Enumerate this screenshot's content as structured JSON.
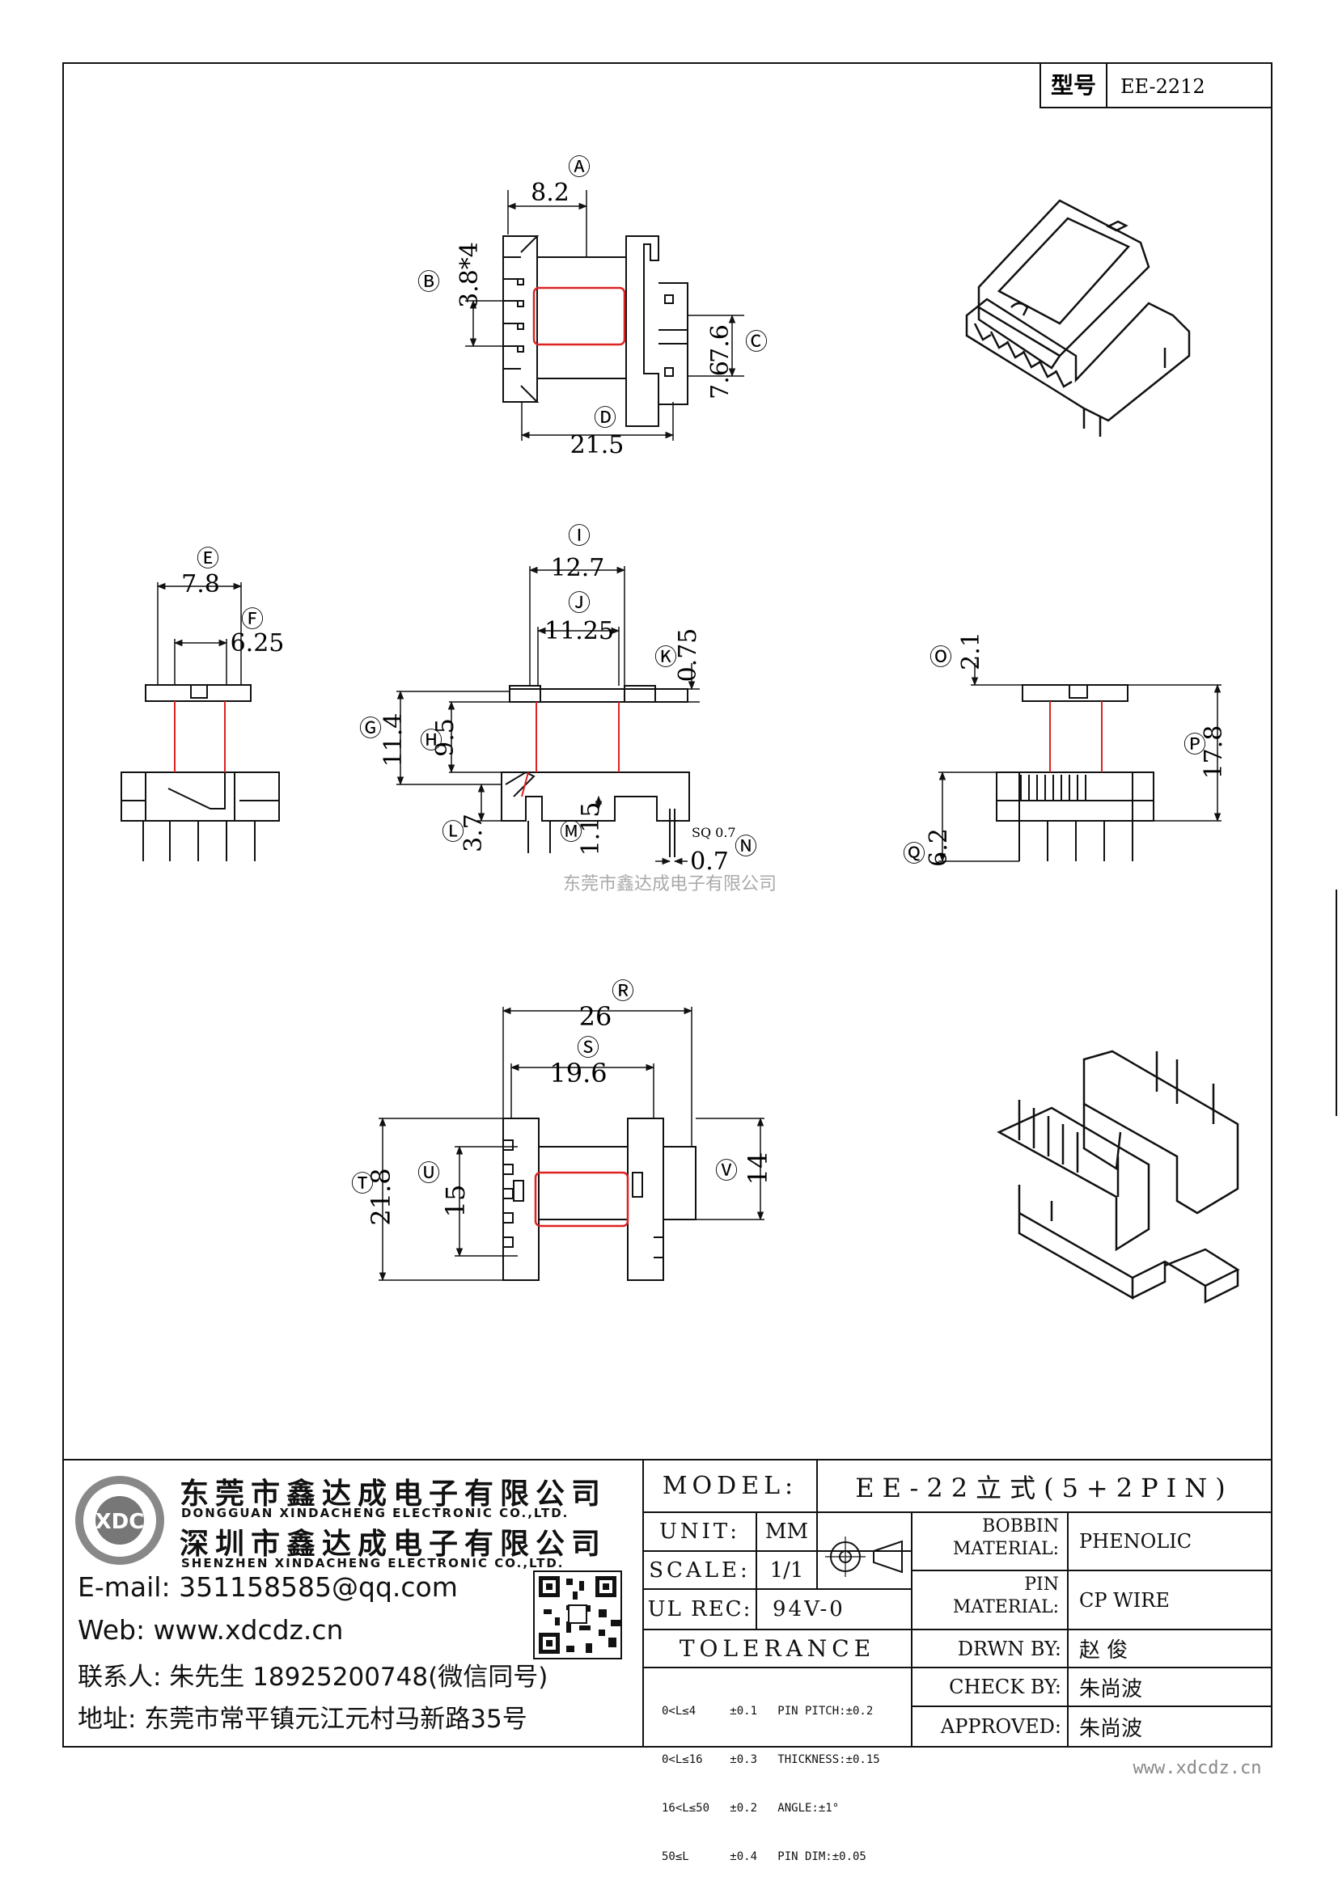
{
  "header": {
    "model_label": "型号",
    "model_value": "EE-2212"
  },
  "dimensions": {
    "A": {
      "label": "Ⓐ",
      "value": "8.2"
    },
    "B": {
      "label": "Ⓑ",
      "value": "3.8*4"
    },
    "C": {
      "label": "Ⓒ",
      "value": "7.6"
    },
    "D": {
      "label": "Ⓓ",
      "value": "21.5"
    },
    "E": {
      "label": "Ⓔ",
      "value": "7.8"
    },
    "F": {
      "label": "Ⓕ",
      "value": "6.25"
    },
    "G": {
      "label": "Ⓖ",
      "value": "11.4"
    },
    "H": {
      "label": "Ⓗ",
      "value": "9.5"
    },
    "I": {
      "label": "Ⓘ",
      "value": "12.7"
    },
    "J": {
      "label": "Ⓙ",
      "value": "11.25"
    },
    "K": {
      "label": "Ⓚ",
      "value": "0.75"
    },
    "L": {
      "label": "Ⓛ",
      "value": "3.7"
    },
    "M": {
      "label": "Ⓜ",
      "value": "1.15"
    },
    "N": {
      "label": "Ⓝ",
      "value": "0.7"
    },
    "N_note": "SQ 0.7",
    "O": {
      "label": "Ⓞ",
      "value": "2.1"
    },
    "P": {
      "label": "Ⓟ",
      "value": "17.8"
    },
    "Q": {
      "label": "Ⓠ",
      "value": "6.2"
    },
    "R": {
      "label": "Ⓡ",
      "value": "26"
    },
    "S": {
      "label": "Ⓢ",
      "value": "19.6"
    },
    "T": {
      "label": "Ⓣ",
      "value": "21.8"
    },
    "U": {
      "label": "Ⓤ",
      "value": "15"
    },
    "V": {
      "label": "Ⓥ",
      "value": "14"
    }
  },
  "watermark": "东莞市鑫达成电子有限公司",
  "company": {
    "name_dg": "东莞市鑫达成电子有限公司",
    "name_dg_en": "DONGGUAN XINDACHENG ELECTRONIC CO.,LTD.",
    "name_sz": "深圳市鑫达成电子有限公司",
    "name_sz_en": "SHENZHEN XINDACHENG ELECTRONIC CO.,LTD.",
    "email": "E-mail:  351158585@qq.com",
    "web": "Web:  www.xdcdz.cn",
    "contact": "联系人:  朱先生 18925200748(微信同号)",
    "address": "地址:  东莞市常平镇元江元村马新路35号",
    "logo_text": "XDC"
  },
  "title_block": {
    "model_label": "MODEL:",
    "model_value": "EE-22立式(5+2PIN)",
    "unit_label": "UNIT:",
    "unit_value": "MM",
    "scale_label": "SCALE:",
    "scale_value": "1/1",
    "ulrec_label": "UL REC:",
    "ulrec_value": "94V-0",
    "tolerance_label": "TOLERANCE",
    "tolerances": [
      "0<L≤4     ±0.1   PIN PITCH:±0.2",
      "0<L≤16    ±0.3   THICKNESS:±0.15",
      "16<L≤50   ±0.2   ANGLE:±1°",
      "50≤L      ±0.4   PIN DIM:±0.05"
    ],
    "bobbin_material_label_1": "BOBBIN",
    "bobbin_material_label_2": "MATERIAL:",
    "bobbin_material_value": "PHENOLIC",
    "pin_material_label_1": "PIN",
    "pin_material_label_2": "MATERIAL:",
    "pin_material_value": "CP WIRE",
    "drawn_label": "DRWN BY:",
    "drawn_value": "赵  俊",
    "check_label": "CHECK BY:",
    "check_value": "朱尚波",
    "approved_label": "APPROVED:",
    "approved_value": "朱尚波"
  },
  "footer_url": "www.xdcdz.cn"
}
